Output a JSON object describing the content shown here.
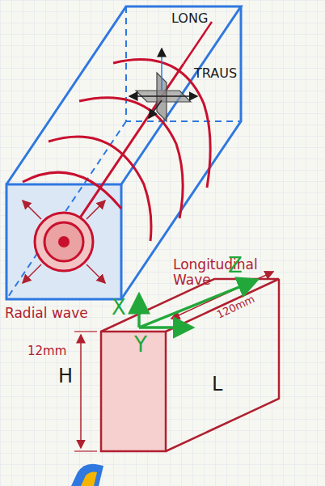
{
  "diagram": {
    "labels": [
      "LONG",
      "TRAUS",
      "Longitudinal Wave",
      "Radial wave",
      "X",
      "Y",
      "Z",
      "12mm",
      "120mm",
      "H",
      "L"
    ]
  }
}
